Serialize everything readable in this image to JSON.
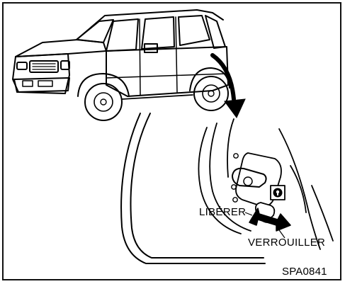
{
  "labels": {
    "release": "LIBÉRER",
    "lock": "VERROUILLER"
  },
  "figure_code": "SPA0841",
  "colors": {
    "ink": "#000000",
    "background": "#ffffff"
  }
}
